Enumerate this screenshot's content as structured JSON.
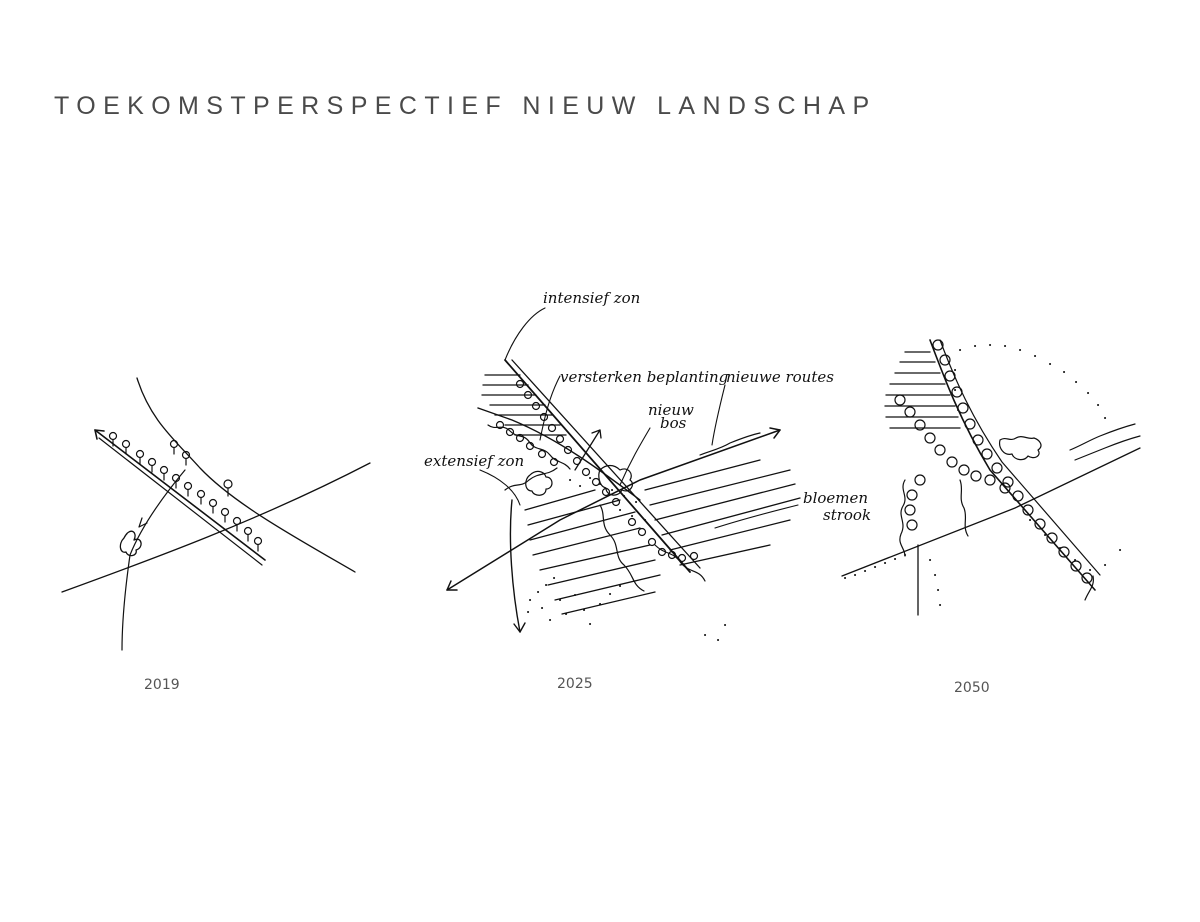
{
  "title": "TOEKOMSTPERSPECTIEF NIEUW LANDSCHAP",
  "ink_color": "#111111",
  "panels": [
    {
      "year": "2019",
      "annotations": []
    },
    {
      "year": "2025",
      "annotations": [
        {
          "text": "intensief zon"
        },
        {
          "text": "versterken beplanting"
        },
        {
          "text": "nieuwe routes"
        },
        {
          "text": "nieuw"
        },
        {
          "text": "bos"
        },
        {
          "text": "extensief zon"
        },
        {
          "text": "bloemen"
        },
        {
          "text": "strook"
        }
      ]
    },
    {
      "year": "2050",
      "annotations": []
    }
  ]
}
